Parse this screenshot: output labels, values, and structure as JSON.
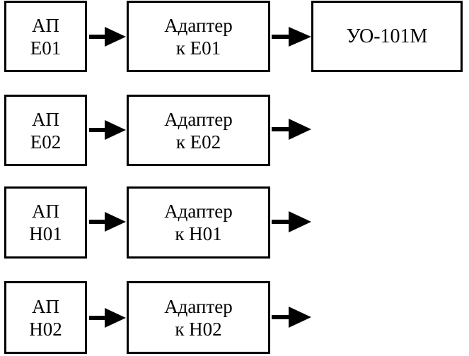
{
  "rows": [
    {
      "ap_line1": "АП",
      "ap_line2": "Е01",
      "adapter_line1": "Адаптер",
      "adapter_line2": "к Е01"
    },
    {
      "ap_line1": "АП",
      "ap_line2": "Е02",
      "adapter_line1": "Адаптер",
      "adapter_line2": "к Е02"
    },
    {
      "ap_line1": "АП",
      "ap_line2": "Н01",
      "adapter_line1": "Адаптер",
      "adapter_line2": "к Н01"
    },
    {
      "ap_line1": "АП",
      "ap_line2": "Н02",
      "adapter_line1": "Адаптер",
      "adapter_line2": "к Н02"
    }
  ],
  "output_block": "УО-101М",
  "colors": {
    "stroke": "#000000",
    "background": "#ffffff"
  }
}
